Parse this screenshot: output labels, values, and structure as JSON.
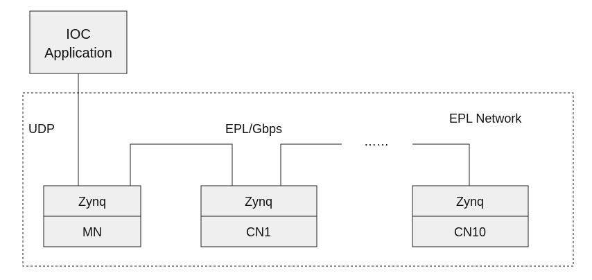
{
  "ioc": {
    "line1": "IOC",
    "line2": "Application"
  },
  "labels": {
    "udp": "UDP",
    "epl_gbps": "EPL/Gbps",
    "epl_network": "EPL Network",
    "ellipsis": "……"
  },
  "nodes": [
    {
      "top": "Zynq",
      "bottom": "MN"
    },
    {
      "top": "Zynq",
      "bottom": "CN1"
    },
    {
      "top": "Zynq",
      "bottom": "CN10"
    }
  ],
  "colors": {
    "box_fill": "#efefef",
    "stroke": "#222222",
    "background": "#ffffff"
  }
}
